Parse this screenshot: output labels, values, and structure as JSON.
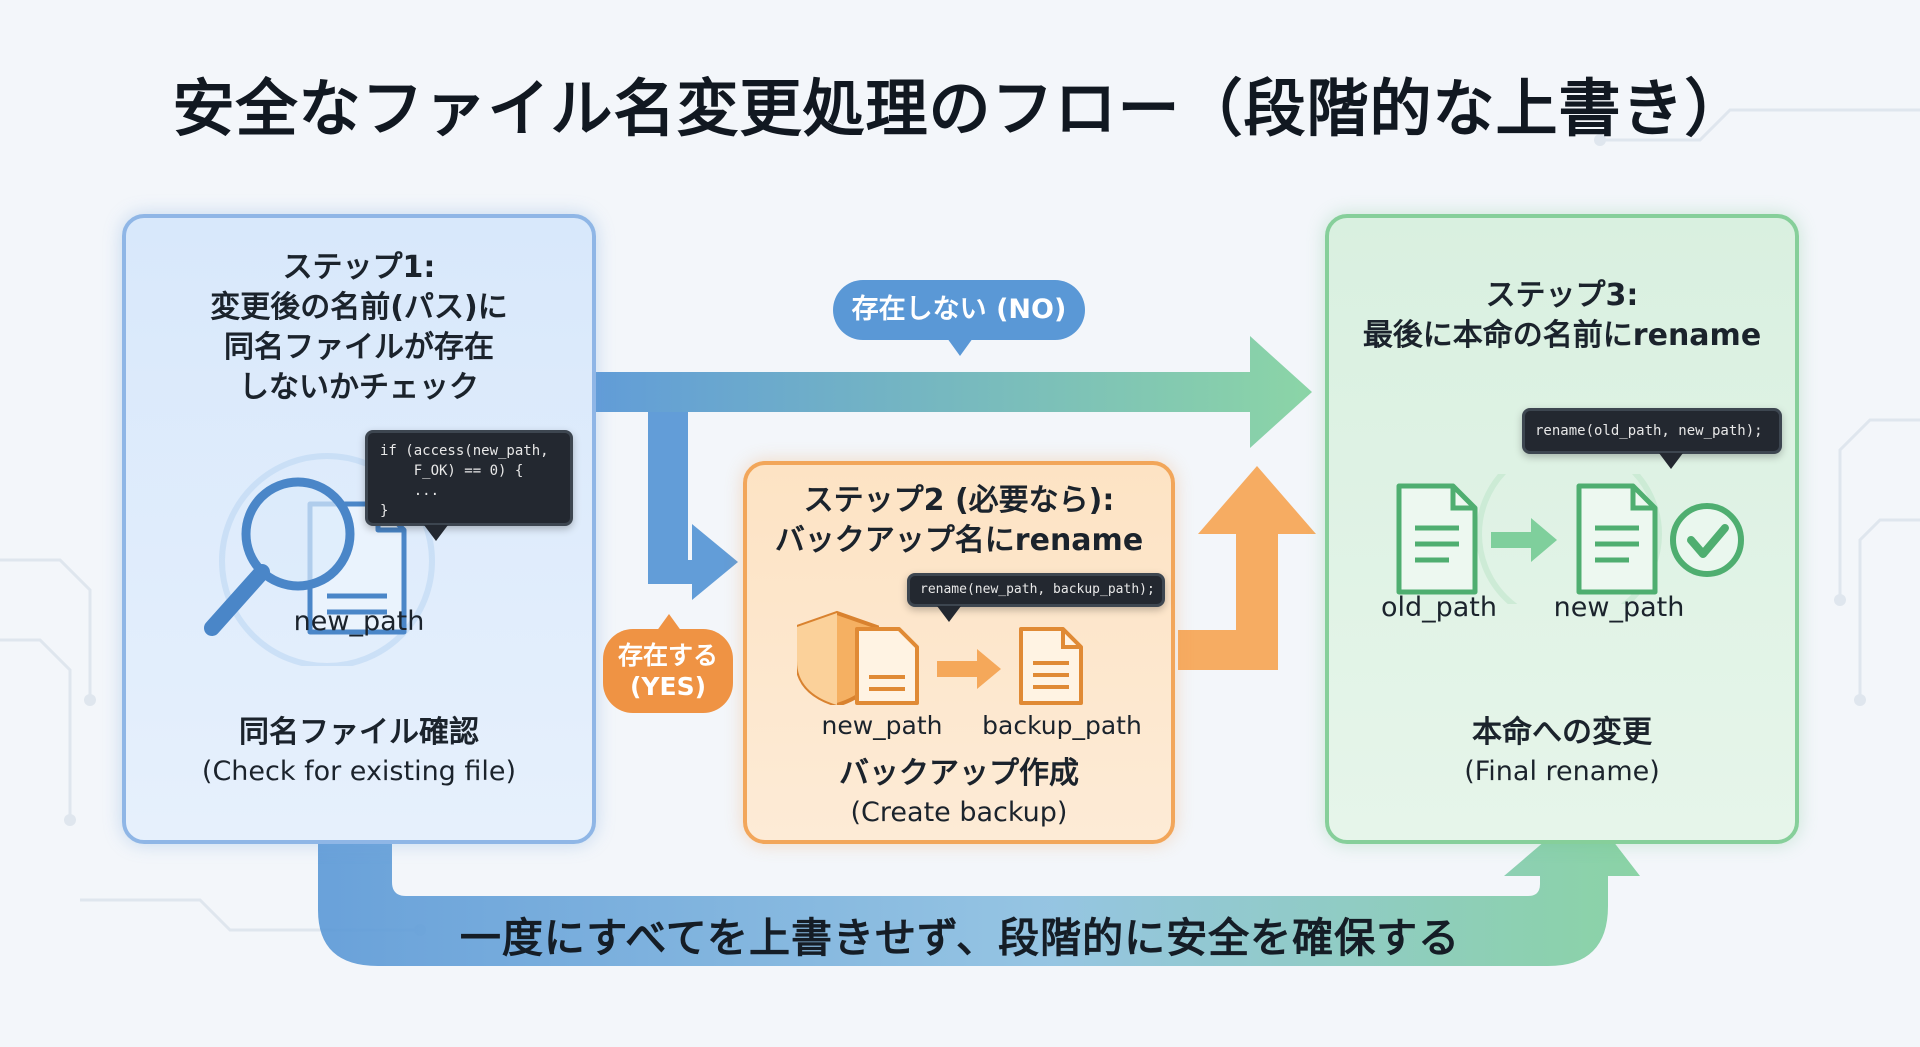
{
  "title": "安全なファイル名変更処理のフロー（段階的な上書き）",
  "step1": {
    "title_lines": [
      "ステップ1:",
      "変更後の名前(パス)に",
      "同名ファイルが存在",
      "しないかチェック"
    ],
    "code_lines": [
      "if (access(new_path,",
      "    F_OK) == 0) {",
      "    ...",
      "}"
    ],
    "file_label": "new_path",
    "label": "同名ファイル確認",
    "sub": "(Check for existing file)",
    "icons": [
      "magnifier-icon",
      "document-icon"
    ]
  },
  "step2": {
    "title_lines": [
      "ステップ2 (必要なら):",
      "バックアップ名にrename"
    ],
    "code": "rename(new_path, backup_path);",
    "from_label": "new_path",
    "to_label": "backup_path",
    "label": "バックアップ作成",
    "sub": "(Create backup)",
    "icons": [
      "shield-icon",
      "document-icon",
      "arrow-right-icon"
    ]
  },
  "step3": {
    "title_lines": [
      "ステップ3:",
      "最後に本命の名前にrename"
    ],
    "code": "rename(old_path, new_path);",
    "from_label": "old_path",
    "to_label": "new_path",
    "label": "本命への変更",
    "sub": "(Final rename)",
    "icons": [
      "document-icon",
      "arrow-right-icon",
      "check-circle-icon"
    ]
  },
  "branch_no": "存在しない (NO)",
  "branch_yes_lines": [
    "存在する",
    "(YES)"
  ],
  "bottom_message": "一度にすべてを上書きせず、段階的に安全を確保する",
  "colors": {
    "step1": "#8fb6e6",
    "step2": "#f2a65a",
    "step3": "#86cf9a",
    "arrow_blue": "#5a98d6",
    "arrow_green": "#7fcf9c",
    "arrow_orange": "#f5a85a"
  }
}
